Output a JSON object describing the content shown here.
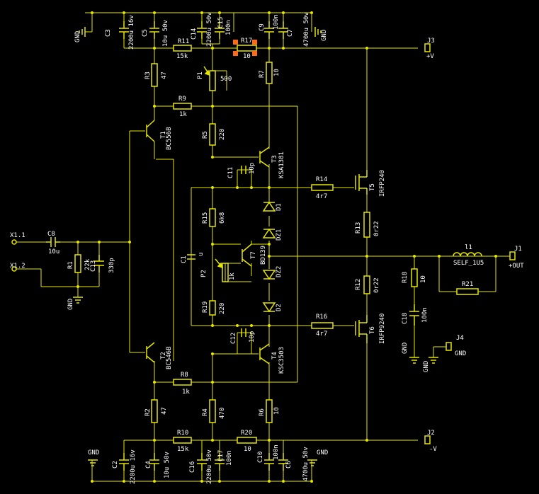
{
  "colors": {
    "background": "#000000",
    "wire": "#e6e600",
    "text": "#ffffff",
    "selection": "#ff6a1a"
  },
  "components": {
    "C3": {
      "name": "C3",
      "value": "2200u 16v"
    },
    "C5": {
      "name": "C5",
      "value": "10u 50v"
    },
    "C14": {
      "name": "C14",
      "value": "2200u 50v"
    },
    "C15": {
      "name": "C15",
      "value": "100n"
    },
    "C9": {
      "name": "C9",
      "value": "100n"
    },
    "C7": {
      "name": "C7",
      "value": "4700u 50v"
    },
    "R11": {
      "name": "R11",
      "value": "15k"
    },
    "R17": {
      "name": "R17",
      "value": "10"
    },
    "R3": {
      "name": "R3",
      "value": "47"
    },
    "P1": {
      "name": "P1",
      "value": "500"
    },
    "R7": {
      "name": "R7",
      "value": "10"
    },
    "R9": {
      "name": "R9",
      "value": "1k"
    },
    "T1": {
      "name": "T1",
      "value": "BC556B"
    },
    "R5": {
      "name": "R5",
      "value": "220"
    },
    "T3": {
      "name": "T3",
      "value": "KSA1381"
    },
    "C11": {
      "name": "C11",
      "value": "10p"
    },
    "R14": {
      "name": "R14",
      "value": "4r7"
    },
    "T5": {
      "name": "T5",
      "value": "IRFP240"
    },
    "R15": {
      "name": "R15",
      "value": "6k8"
    },
    "D1": {
      "name": "D1",
      "value": ""
    },
    "R13": {
      "name": "R13",
      "value": "0r22"
    },
    "DZ1": {
      "name": "DZ1",
      "value": ""
    },
    "C8": {
      "name": "C8",
      "value": "10u"
    },
    "R1": {
      "name": "R1",
      "value": "22k"
    },
    "C13": {
      "name": "C13",
      "value": "330p"
    },
    "C1": {
      "name": "C1",
      "value": "u"
    },
    "T7": {
      "name": "T7",
      "value": "BD139"
    },
    "P2": {
      "name": "P2",
      "value": "1k"
    },
    "DZ2": {
      "name": "DZ2",
      "value": ""
    },
    "R12": {
      "name": "R12",
      "value": "0r22"
    },
    "R18": {
      "name": "R18",
      "value": "10"
    },
    "L1": {
      "name": "l1",
      "value": "SELF_1U5"
    },
    "R21": {
      "name": "R21",
      "value": ""
    },
    "C18": {
      "name": "C18",
      "value": "100n"
    },
    "R19": {
      "name": "R19",
      "value": "220"
    },
    "D2": {
      "name": "D2",
      "value": ""
    },
    "R16": {
      "name": "R16",
      "value": "4r7"
    },
    "T6": {
      "name": "T6",
      "value": "IRFP9240"
    },
    "C12": {
      "name": "C12",
      "value": "10p"
    },
    "T2": {
      "name": "T2",
      "value": "BC546B"
    },
    "T4": {
      "name": "T4",
      "value": "KSC3503"
    },
    "R8": {
      "name": "R8",
      "value": "1k"
    },
    "R2": {
      "name": "R2",
      "value": "47"
    },
    "R4": {
      "name": "R4",
      "value": "470"
    },
    "R6": {
      "name": "R6",
      "value": "10"
    },
    "R10": {
      "name": "R10",
      "value": "15k"
    },
    "R20": {
      "name": "R20",
      "value": "10"
    },
    "C2": {
      "name": "C2",
      "value": "2200u 16v"
    },
    "C4": {
      "name": "C4",
      "value": "10u 50v"
    },
    "C16": {
      "name": "C16",
      "value": "2200u 50v"
    },
    "C17": {
      "name": "C17",
      "value": "100n"
    },
    "C10": {
      "name": "C10",
      "value": "100n"
    },
    "C6": {
      "name": "C6",
      "value": "4700u 50v"
    }
  },
  "connectors": {
    "J3": {
      "name": "J3",
      "net": "+V"
    },
    "J2": {
      "name": "J2",
      "net": "-V"
    },
    "J1": {
      "name": "J1",
      "net": "+OUT"
    },
    "J4": {
      "name": "J4",
      "net": "GND"
    },
    "X11": {
      "name": "X1.1"
    },
    "X12": {
      "name": "X1.2"
    }
  },
  "gnd_label": "GND"
}
